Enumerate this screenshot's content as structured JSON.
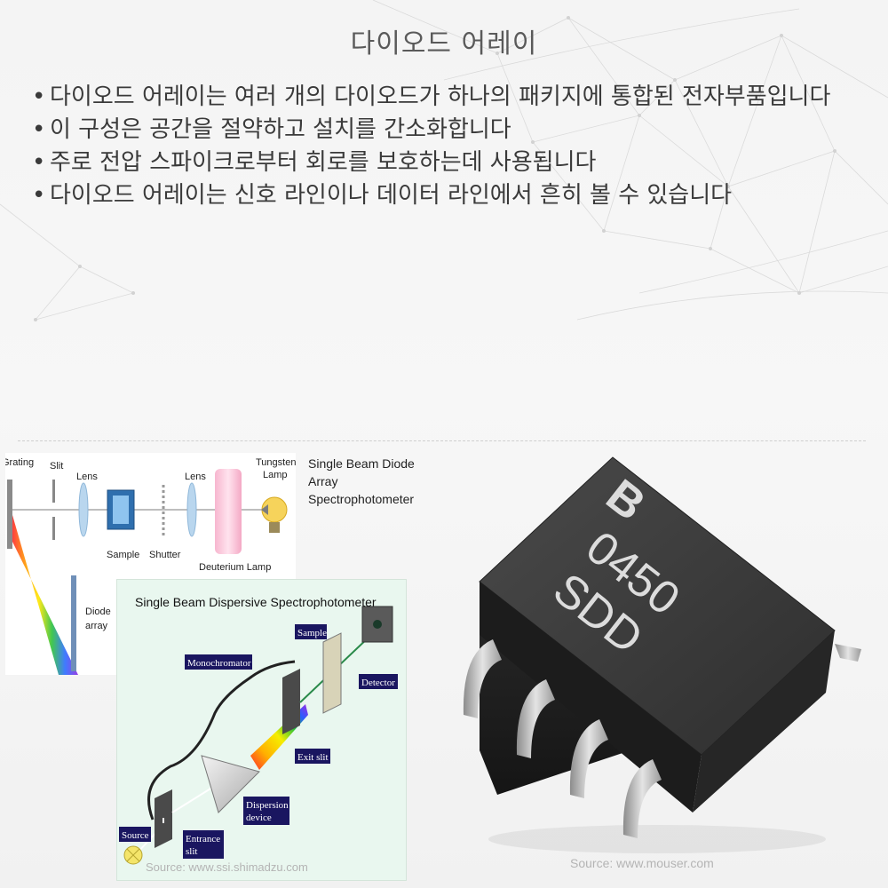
{
  "page": {
    "title": "다이오드 어레이",
    "bullets": [
      "다이오드 어레이는 여러 개의 다이오드가 하나의 패키지에 통합된 전자부품입니다",
      "이 구성은 공간을 절약하고 설치를 간소화합니다",
      "주로 전압 스파이크로부터 회로를 보호하는데 사용됩니다",
      "다이오드 어레이는 신호 라인이나 데이터 라인에서 흔히 볼 수 있습니다"
    ],
    "bullet_glyph": "•"
  },
  "diagram1": {
    "caption_line1": "Single Beam Diode Array",
    "caption_line2": "Spectrophotometer",
    "labels": {
      "grating": "Grating",
      "slit": "Slit",
      "lens_left": "Lens",
      "lens_right": "Lens",
      "tungsten_line1": "Tungsten",
      "tungsten_line2": "Lamp",
      "sample": "Sample",
      "shutter": "Shutter",
      "deuterium": "Deuterium Lamp",
      "diode_line1": "Diode",
      "diode_line2": "array"
    }
  },
  "diagram2": {
    "title": "Single Beam Dispersive Spectrophotometer",
    "labels": {
      "sample": "Sample",
      "monochromator": "Monochromator",
      "detector": "Detector",
      "exit_slit": "Exit slit",
      "dispersion_line1": "Dispersion",
      "dispersion_line2": "device",
      "source": "Source",
      "entrance_line1": "Entrance",
      "entrance_line2": "slit"
    },
    "source_credit": "Source: www.ssi.shimadzu.com"
  },
  "chip": {
    "logo": "B",
    "marking_line1": "0450",
    "marking_line2": "SDD",
    "source_credit": "Source: www.mouser.com"
  },
  "colors": {
    "background": "#f4f4f4",
    "title_text": "#5a5a5a",
    "body_text": "#3a3a3a",
    "chip_body": "#3a3a3a",
    "label_box": "#1a1660",
    "diagram2_bg": "#e9f7ef"
  }
}
